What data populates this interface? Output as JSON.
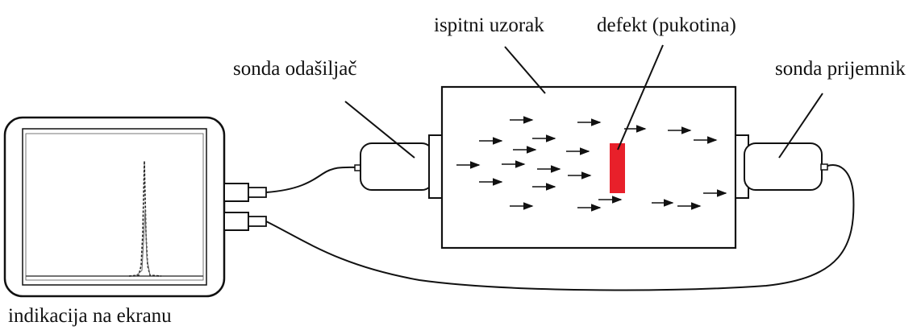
{
  "labels": {
    "test_specimen": "ispitni uzorak",
    "defect": "defekt (pukotina)",
    "transmitter_probe": "sonda odašiljač",
    "receiver_probe": "sonda prijemnik",
    "screen_indication": "indikacija na ekranu"
  },
  "colors": {
    "defect": "#e8202a",
    "lines": "#111111"
  }
}
